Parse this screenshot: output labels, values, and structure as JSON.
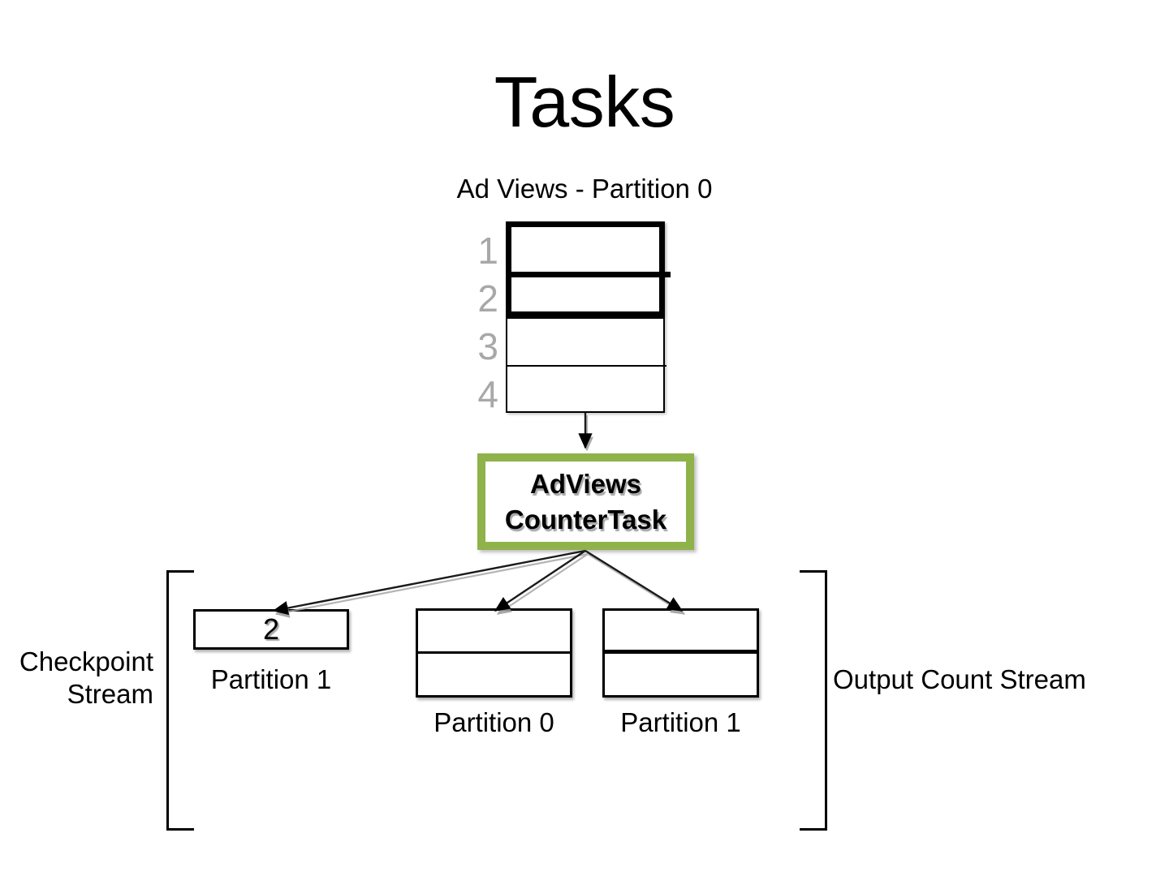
{
  "slide": {
    "title": "Tasks",
    "background_color": "#ffffff"
  },
  "input_stream": {
    "label": "Ad Views - Partition 0",
    "rows": [
      {
        "number": "1",
        "value": "",
        "highlighted": true
      },
      {
        "number": "2",
        "value": "",
        "highlighted": true
      },
      {
        "number": "3",
        "value": "",
        "highlighted": false
      },
      {
        "number": "4",
        "value": "",
        "highlighted": false
      }
    ],
    "number_color": "#a8a8a8"
  },
  "task": {
    "line1": "AdViews",
    "line2": "CounterTask",
    "border_color": "#8fb24a"
  },
  "checkpoint_stream": {
    "label_line1": "Checkpoint",
    "label_line2": "Stream",
    "box": {
      "value": "2",
      "partition_label": "Partition 1"
    }
  },
  "output_stream": {
    "label": "Output Count Stream",
    "boxes": [
      {
        "partition_label": "Partition 0",
        "rows": [
          "",
          ""
        ]
      },
      {
        "partition_label": "Partition 1",
        "rows": [
          "",
          ""
        ]
      }
    ]
  }
}
